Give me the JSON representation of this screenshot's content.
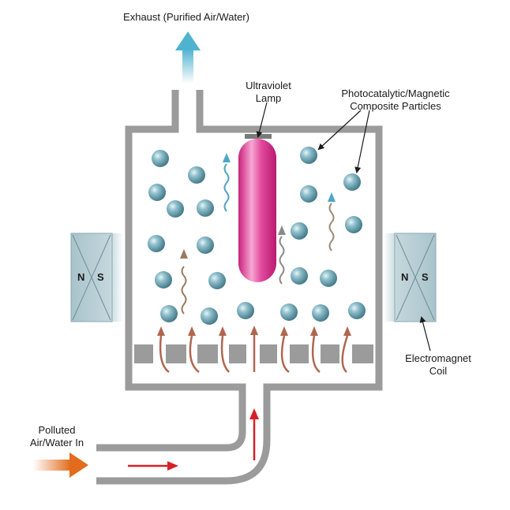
{
  "labels": {
    "exhaust": "Exhaust (Purified Air/Water)",
    "uv_lamp_line1": "Ultraviolet",
    "uv_lamp_line2": "Lamp",
    "particles_line1": "Photocatalytic/Magnetic",
    "particles_line2": "Composite Particles",
    "coil_line1": "Electromagnet",
    "coil_line2": "Coil",
    "inlet_line1": "Polluted",
    "inlet_line2": "Air/Water In"
  },
  "magnet_left": {
    "north": "N",
    "south": "S"
  },
  "magnet_right": {
    "north": "N",
    "south": "S"
  },
  "colors": {
    "wall": "#9b9b9b",
    "particle": "#5f96a6",
    "lamp": "#e0409a",
    "coil": "#a9c3cb",
    "exhaust_arrow": "#4fb3d0",
    "inlet_arrow": "#e36b1d",
    "flow_arrow_red": "#d62027",
    "flow_arrow_copper": "#b0664e",
    "wave_blue": "#4fa5c4",
    "wave_gray": "#8a8a8a",
    "wave_brown": "#9a7a62"
  }
}
